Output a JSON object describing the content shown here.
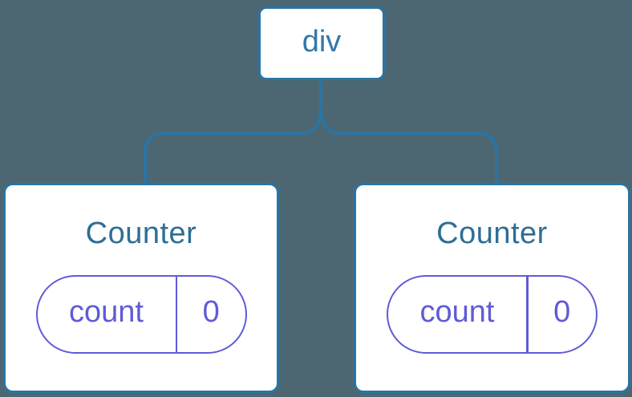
{
  "colors": {
    "background": "#4c6771",
    "line-blue": "#2b74a4",
    "root-text": "#3478a8",
    "title-text": "#2e6e95",
    "state-purple": "#5f5bd8",
    "node-bg": "#ffffff"
  },
  "tree": {
    "root": {
      "label": "div"
    },
    "children": [
      {
        "title": "Counter",
        "state": {
          "key": "count",
          "value": "0"
        }
      },
      {
        "title": "Counter",
        "state": {
          "key": "count",
          "value": "0"
        }
      }
    ]
  }
}
